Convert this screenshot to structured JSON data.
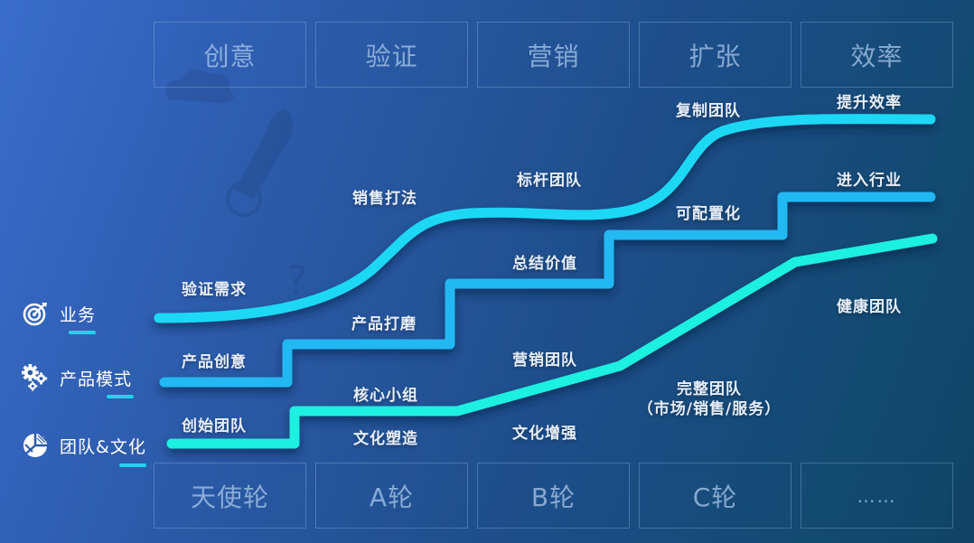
{
  "stages_top": [
    {
      "label": "创意"
    },
    {
      "label": "验证"
    },
    {
      "label": "营销"
    },
    {
      "label": "扩张"
    },
    {
      "label": "效率"
    }
  ],
  "stages_bottom": [
    {
      "label": "天使轮"
    },
    {
      "label": "A轮"
    },
    {
      "label": "B轮"
    },
    {
      "label": "C轮"
    },
    {
      "label": "……"
    }
  ],
  "legend": [
    {
      "label": "业务",
      "icon": "target-icon",
      "color": "#1cd8f4"
    },
    {
      "label": "产品模式",
      "icon": "gears-icon",
      "color": "#22b8f2"
    },
    {
      "label": "团队&文化",
      "icon": "pie-chart-icon",
      "color": "#1ef0e0"
    }
  ],
  "tracks": {
    "business": {
      "color": "#1cd8f4",
      "labels": [
        "验证需求",
        "销售打法",
        "标杆团队",
        "复制团队",
        "提升效率"
      ]
    },
    "product": {
      "color": "#22b8f2",
      "labels": [
        "产品创意",
        "产品打磨",
        "总结价值",
        "可配置化",
        "进入行业"
      ]
    },
    "team": {
      "color": "#1ef0e0",
      "labels": [
        "创始团队",
        "核心小组",
        "文化塑造",
        "营销团队",
        "文化增强",
        "完整团队",
        "（市场/销售/服务）",
        "健康团队"
      ]
    }
  }
}
